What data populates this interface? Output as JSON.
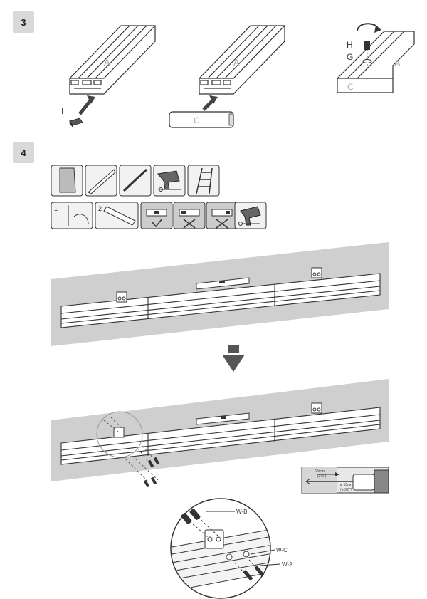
{
  "steps": {
    "step3": "3",
    "step4": "4"
  },
  "step3_labels": {
    "a1": "A",
    "i": "I",
    "a2": "A",
    "c1": "C",
    "h": "H",
    "g": "G",
    "a3": "A",
    "c2": "C"
  },
  "drill_spec": {
    "depth": "60mm",
    "depth_in": "(2⅜\")",
    "diameter": "ø 10mm",
    "diameter_in": "(ø 3/8\")"
  },
  "callouts": {
    "wb": "W-B",
    "wc": "W-C",
    "wa": "W-A"
  },
  "tool_panel_numbers": {
    "n1": "1",
    "n2": "2"
  },
  "colors": {
    "wall": "#cfcfcf",
    "rail": "#ffffff",
    "line": "#333333",
    "tile_bg": "#f2f2f2",
    "arrow": "#555555"
  }
}
